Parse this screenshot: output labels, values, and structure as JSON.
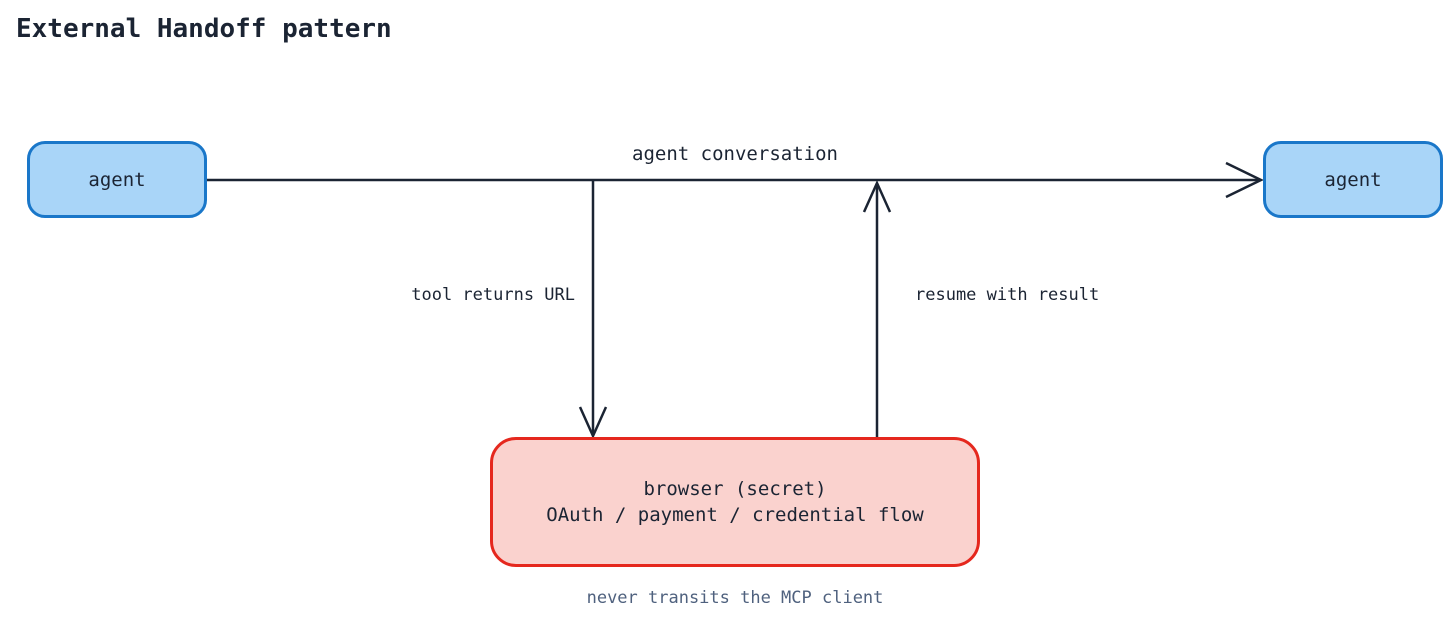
{
  "title": "External Handoff pattern",
  "diagram": {
    "nodes": {
      "agent_left": {
        "label": "agent"
      },
      "agent_right": {
        "label": "agent"
      },
      "browser": {
        "label_line1": "browser (secret)",
        "label_line2": "OAuth / payment / credential flow"
      }
    },
    "edges": {
      "agent_conversation": {
        "label": "agent conversation",
        "direction": "left-agent to right-agent"
      },
      "tool_returns_url": {
        "label": "tool returns URL",
        "direction": "conversation line down to browser"
      },
      "resume_with_result": {
        "label": "resume with result",
        "direction": "browser up to conversation line"
      }
    },
    "caption": "never transits the MCP client"
  },
  "colors": {
    "background": "#ffffff",
    "text": "#1b2433",
    "line": "#1b2433",
    "agent-fill": "#a9d5f8",
    "agent-border": "#1a77c9",
    "browser-fill": "#fad2ce",
    "browser-border": "#e5281e",
    "caption": "#4f617e"
  }
}
